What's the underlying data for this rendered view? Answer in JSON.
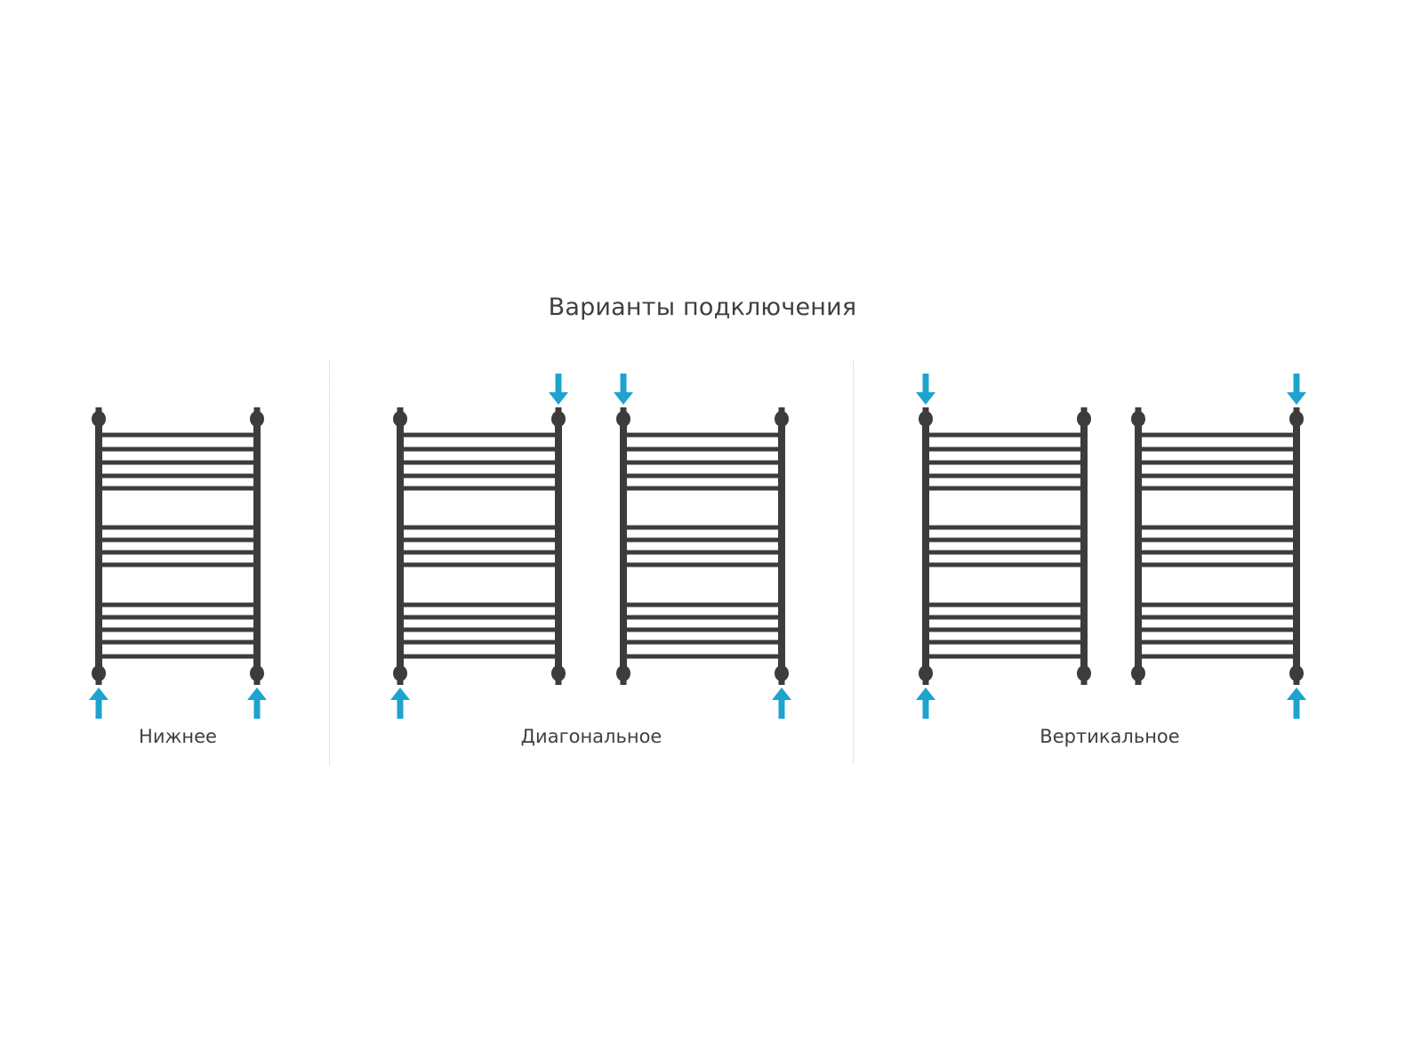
{
  "title": "Варианты подключения",
  "colors": {
    "radiator": "#3e3b3d",
    "arrow": "#1ea3cf",
    "text": "#3f3f42"
  },
  "groups": [
    {
      "caption": "Нижнее",
      "radiators": [
        {
          "arrows": {
            "top_left": false,
            "top_right": false,
            "bottom_left": true,
            "bottom_right": true
          }
        }
      ]
    },
    {
      "caption": "Диагональное",
      "radiators": [
        {
          "arrows": {
            "top_left": false,
            "top_right": true,
            "bottom_left": true,
            "bottom_right": false
          }
        },
        {
          "arrows": {
            "top_left": true,
            "top_right": false,
            "bottom_left": false,
            "bottom_right": true
          }
        }
      ]
    },
    {
      "caption": "Вертикальное",
      "radiators": [
        {
          "arrows": {
            "top_left": true,
            "top_right": false,
            "bottom_left": true,
            "bottom_right": false
          }
        },
        {
          "arrows": {
            "top_left": false,
            "top_right": true,
            "bottom_left": false,
            "bottom_right": true
          }
        }
      ]
    }
  ],
  "icons": [
    "radiator-icon",
    "arrow-up-icon",
    "arrow-down-icon"
  ]
}
